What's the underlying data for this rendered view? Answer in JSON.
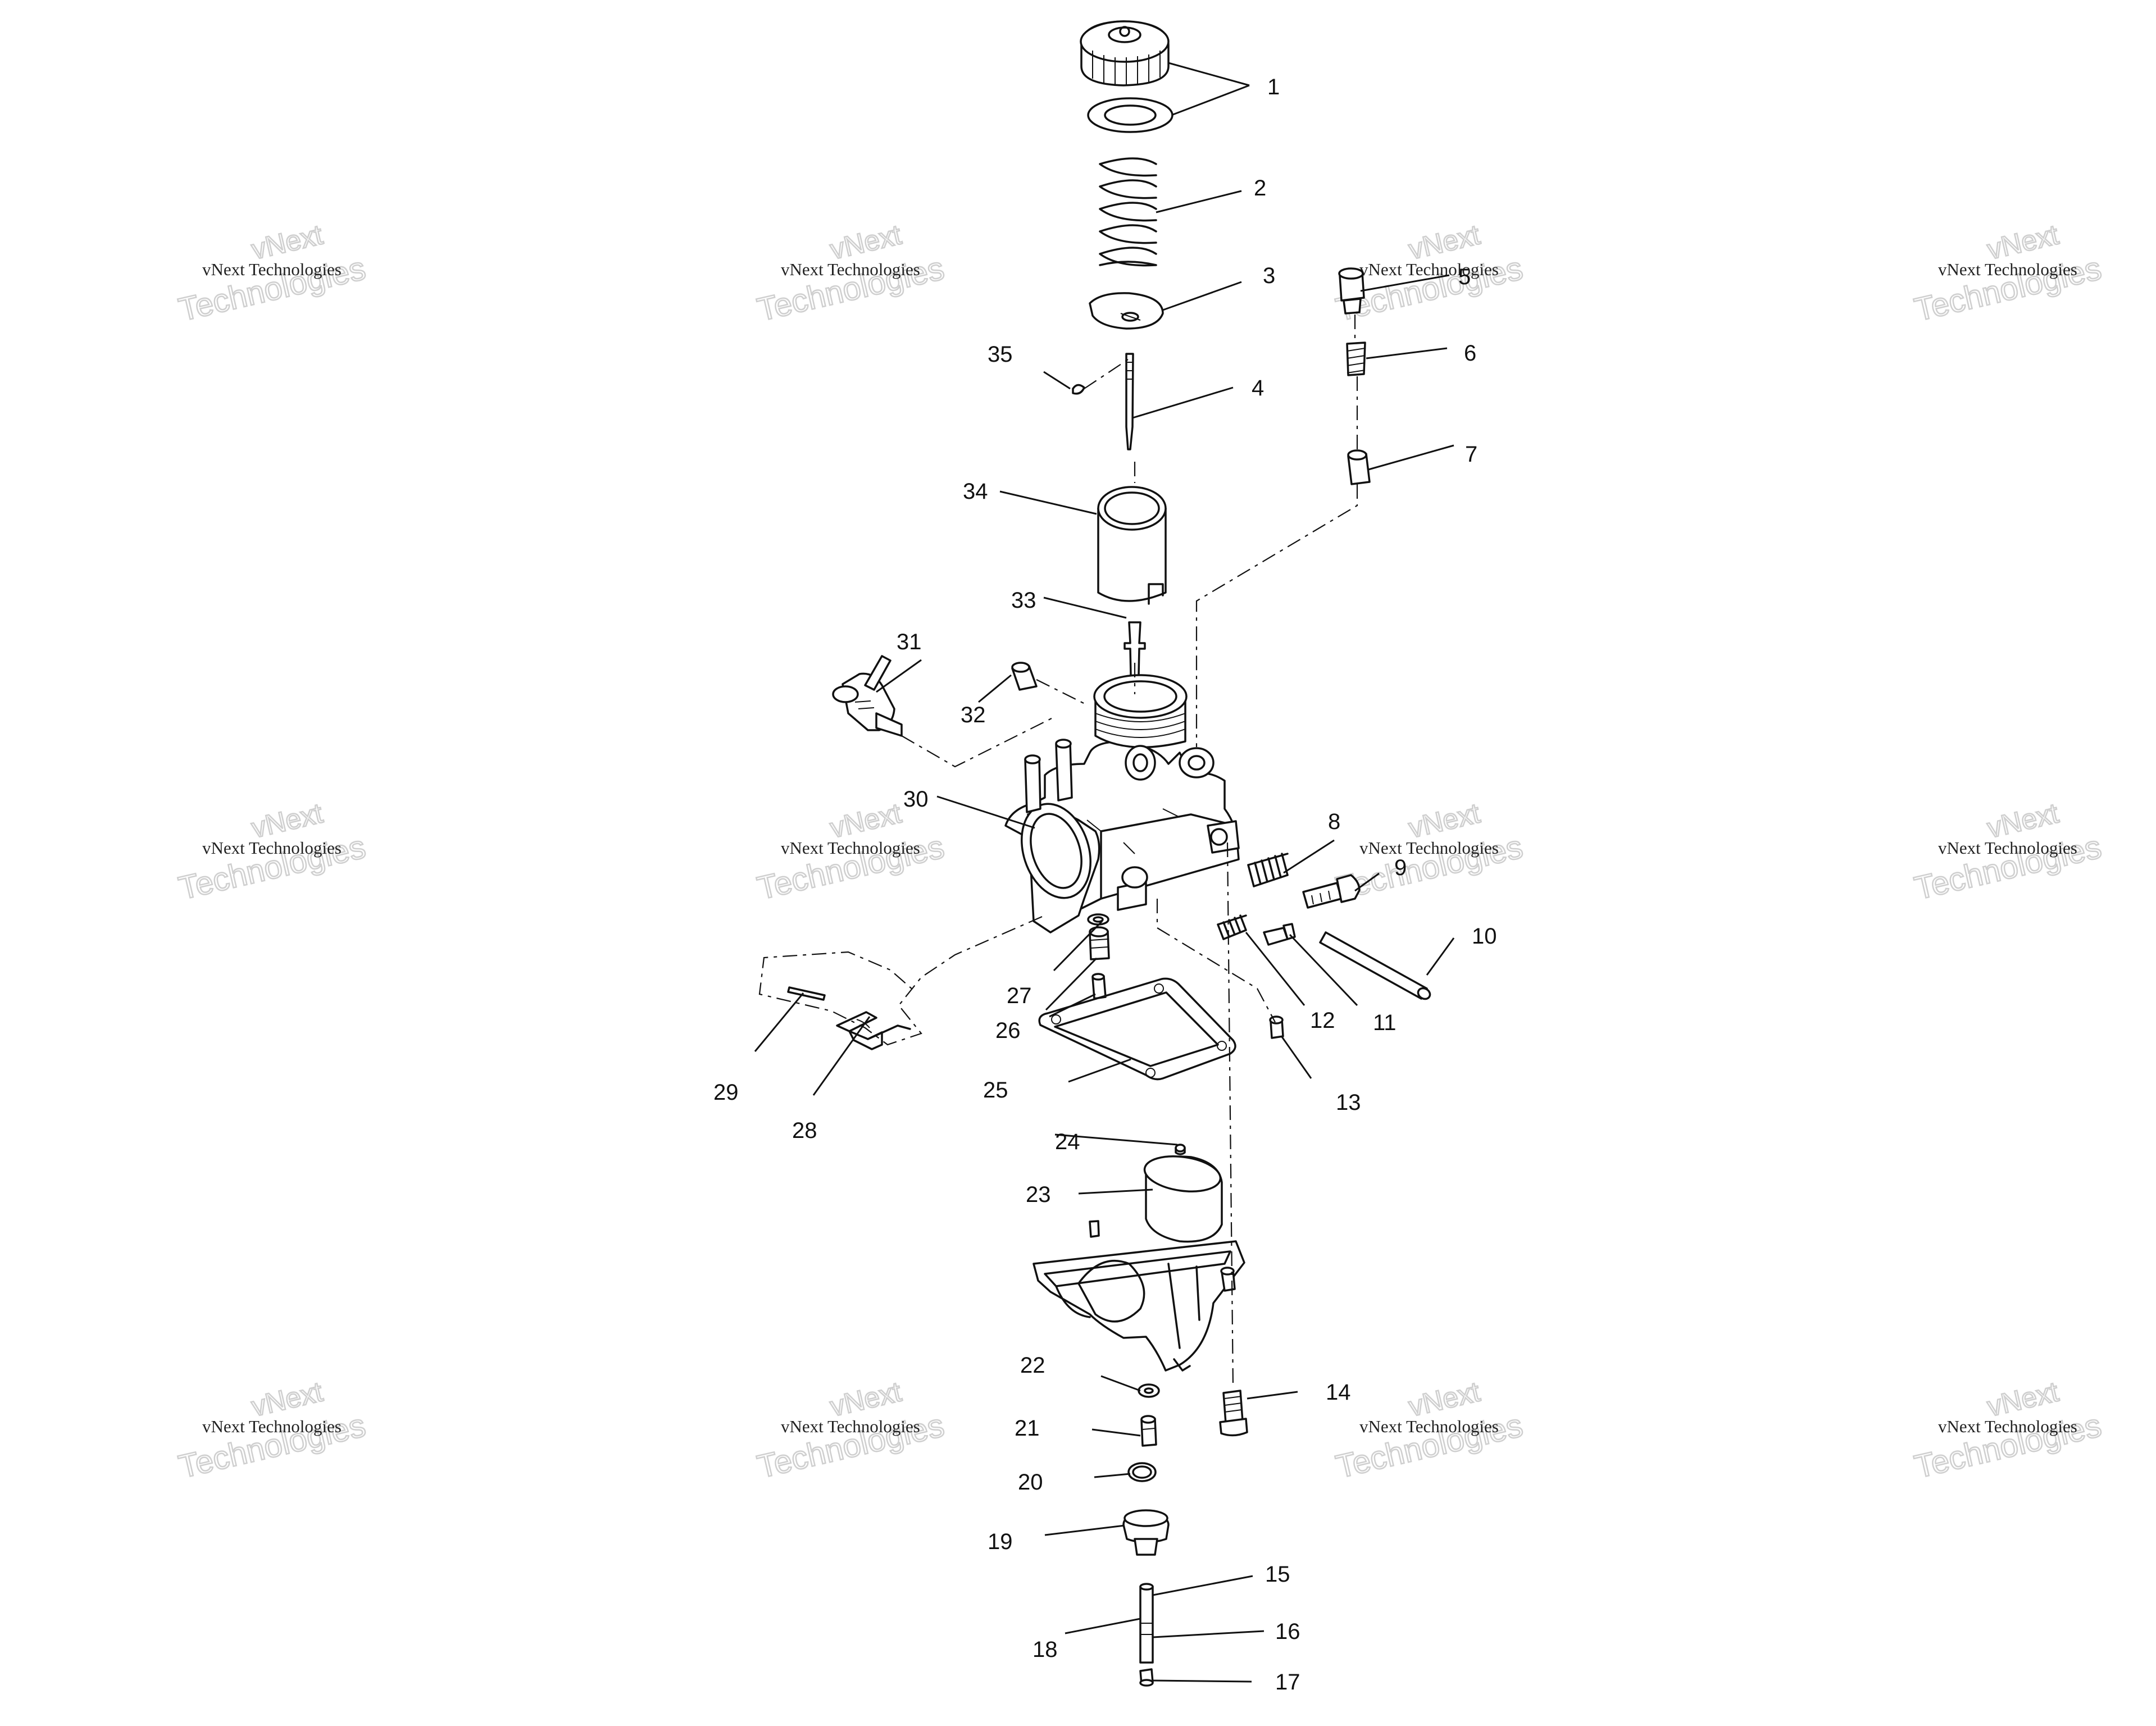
{
  "callouts": [
    "1",
    "2",
    "3",
    "4",
    "5",
    "6",
    "7",
    "8",
    "9",
    "10",
    "11",
    "12",
    "13",
    "14",
    "15",
    "16",
    "17",
    "18",
    "19",
    "20",
    "21",
    "22",
    "23",
    "24",
    "25",
    "26",
    "27",
    "28",
    "29",
    "30",
    "31",
    "32",
    "33",
    "34",
    "35"
  ],
  "watermark": {
    "line1": "vNext",
    "line2": "vNext Technologies",
    "line3": "Technologies"
  }
}
